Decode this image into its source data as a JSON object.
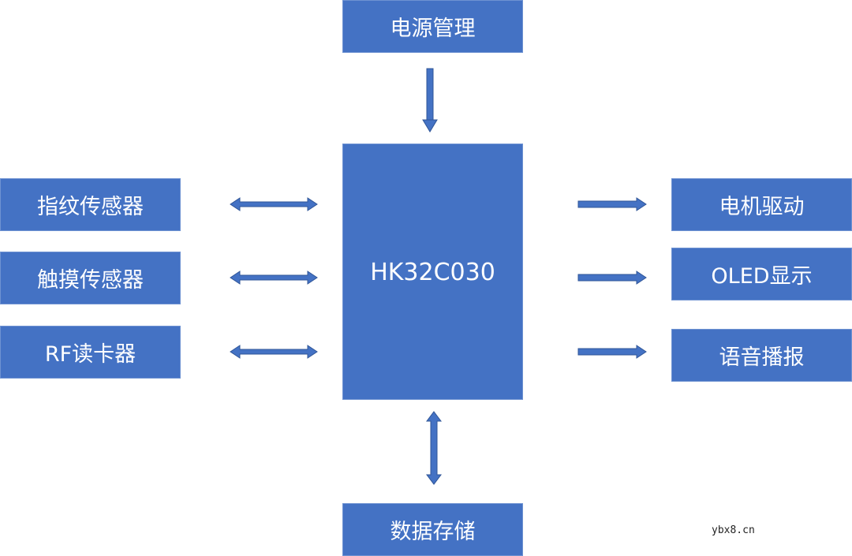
{
  "diagram": {
    "colors": {
      "box_fill": "#4472c4",
      "text": "#ffffff",
      "arrow": "#4472c4"
    },
    "top": {
      "label": "电源管理"
    },
    "center": {
      "label": "HK32C030"
    },
    "bottom": {
      "label": "数据存储"
    },
    "left": [
      {
        "label": "指纹传感器",
        "arrow": "bidirectional"
      },
      {
        "label": "触摸传感器",
        "arrow": "bidirectional"
      },
      {
        "label": "RF读卡器",
        "arrow": "bidirectional"
      }
    ],
    "right": [
      {
        "label": "电机驱动",
        "arrow": "to-right"
      },
      {
        "label": "OLED显示",
        "arrow": "to-right"
      },
      {
        "label": "语音播报",
        "arrow": "to-right"
      }
    ],
    "connections": [
      {
        "from": "电源管理",
        "to": "HK32C030",
        "type": "one-way"
      },
      {
        "from": "指纹传感器",
        "to": "HK32C030",
        "type": "two-way"
      },
      {
        "from": "触摸传感器",
        "to": "HK32C030",
        "type": "two-way"
      },
      {
        "from": "RF读卡器",
        "to": "HK32C030",
        "type": "two-way"
      },
      {
        "from": "HK32C030",
        "to": "电机驱动",
        "type": "one-way"
      },
      {
        "from": "HK32C030",
        "to": "OLED显示",
        "type": "one-way"
      },
      {
        "from": "HK32C030",
        "to": "语音播报",
        "type": "one-way"
      },
      {
        "from": "HK32C030",
        "to": "数据存储",
        "type": "two-way"
      }
    ]
  },
  "watermark": "ybx8.cn"
}
